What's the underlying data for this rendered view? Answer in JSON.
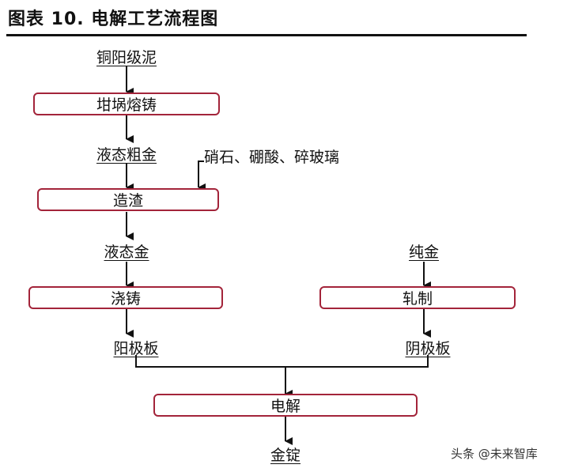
{
  "title": "图表 10. 电解工艺流程图",
  "nodes": {
    "copper_anode_slime": "铜阳级泥",
    "crucible_casting": "坩埚熔铸",
    "liquid_crude_gold": "液态粗金",
    "fluxes": "硝石、硼酸、碎玻璃",
    "slagging": "造渣",
    "liquid_gold": "液态金",
    "pouring": "浇铸",
    "anode_plate": "阳极板",
    "pure_gold": "纯金",
    "rolling": "轧制",
    "cathode_plate": "阴极板",
    "electrolysis": "电解",
    "gold_ingot": "金锭"
  },
  "watermark": "头条 @未来智库",
  "colors": {
    "box_border": "#a3243a",
    "line": "#111111"
  }
}
